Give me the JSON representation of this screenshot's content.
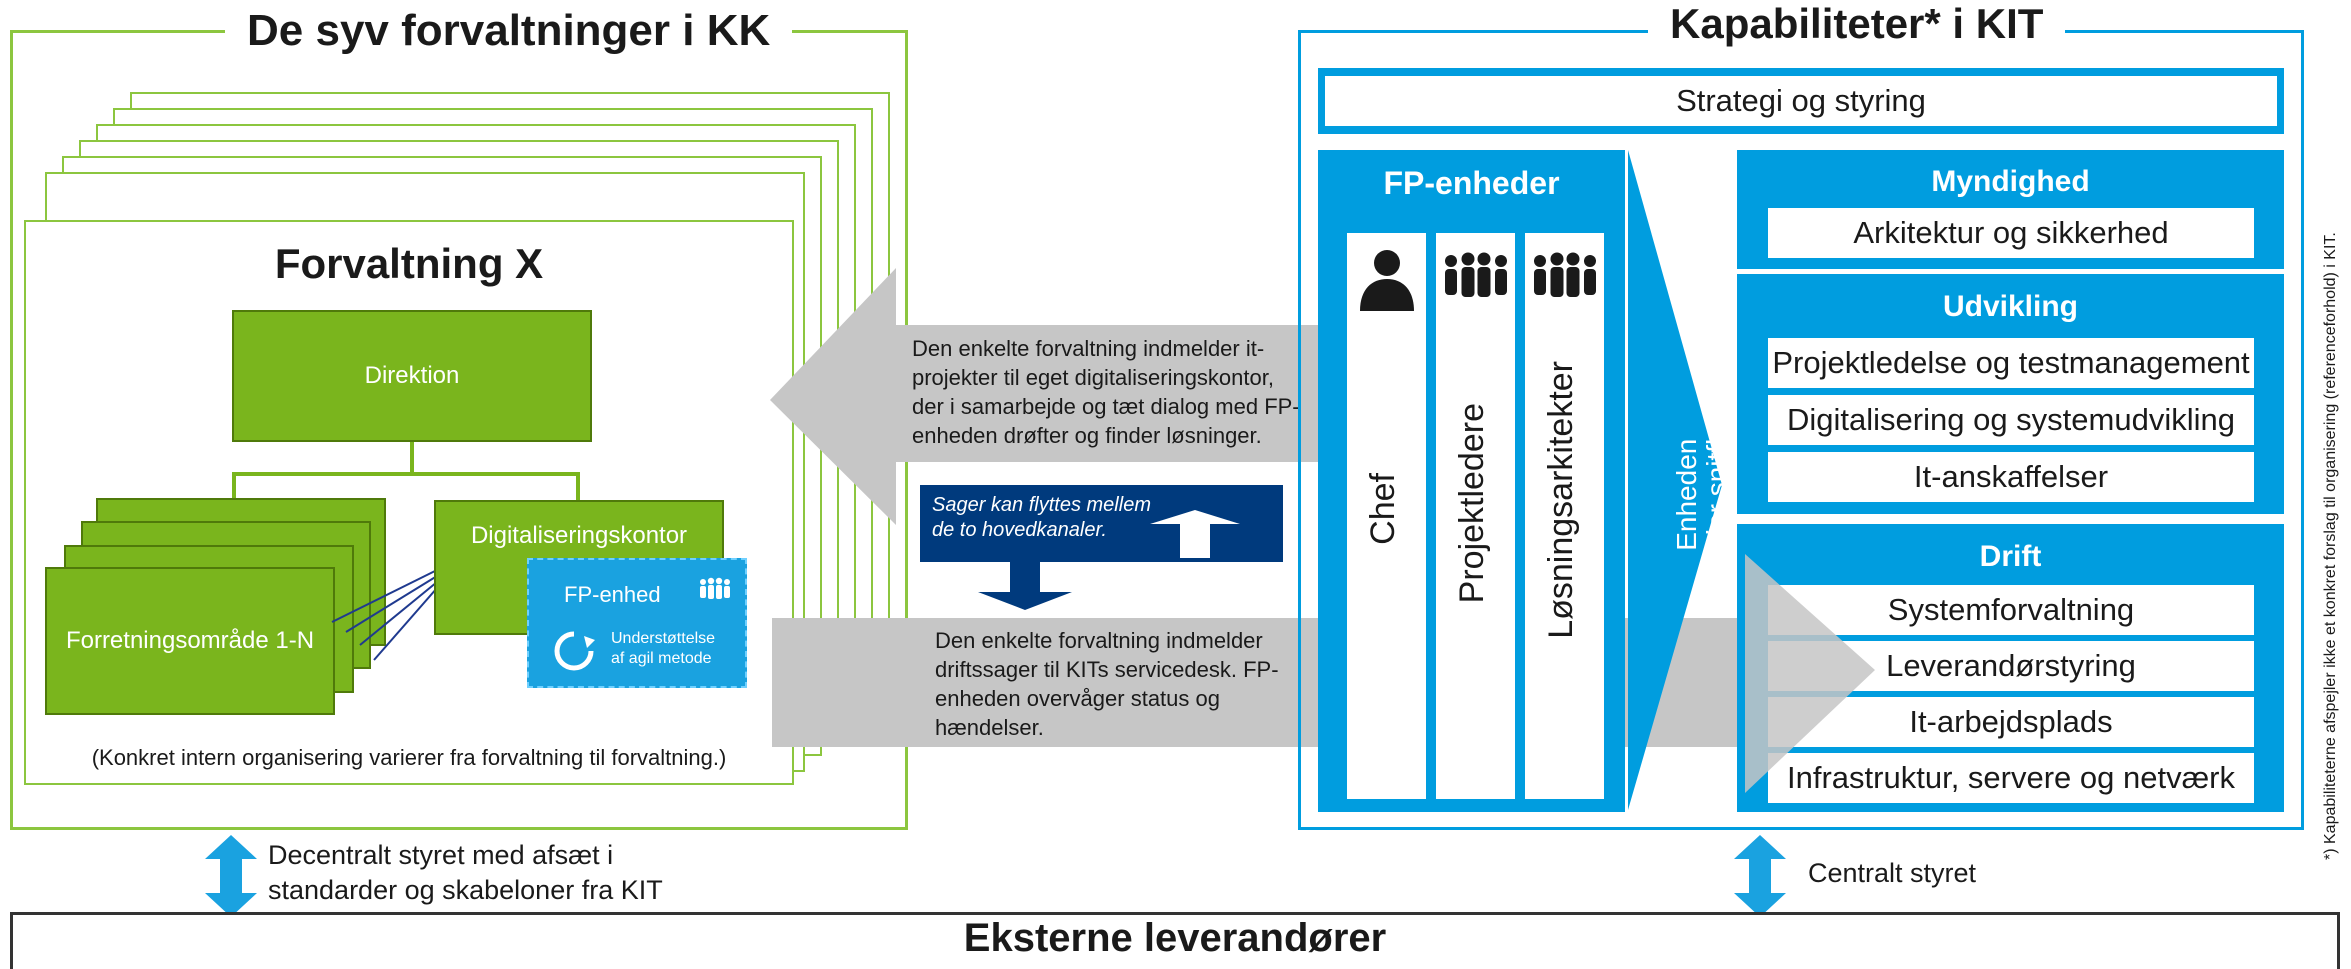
{
  "left": {
    "title": "De syv forvaltninger i KK",
    "card_title": "Forvaltning X",
    "direktion": "Direktion",
    "digitaliseringskontor": "Digitaliseringskontor",
    "forretningsomraade": "Forretningsområde 1-N",
    "fp_enhed": "FP-enhed",
    "support_text_1": "Understøttelse",
    "support_text_2": "af agil metode",
    "footnote": "(Konkret intern organisering varierer fra forvaltning til forvaltning.)"
  },
  "middle": {
    "top_arrow_lines": [
      "Den enkelte forvaltning indmelder it-",
      "projekter til eget digitaliseringskontor,",
      "der i samarbejde og tæt dialog med FP-",
      "enheden drøfter og finder løsninger."
    ],
    "move_box_lines": [
      "Sager kan flyttes mellem",
      "de to hovedkanaler."
    ],
    "bottom_arrow_lines": [
      "Den enkelte forvaltning indmelder",
      "driftssager til KITs servicedesk. FP-",
      "enheden overvåger status og",
      "hændelser."
    ]
  },
  "right": {
    "title": "Kapabiliteter* i KIT",
    "strategy": "Strategi og styring",
    "fp_title": "FP-enheder",
    "fp_columns": [
      "Chef",
      "Projektledere",
      "Løsningsarkitekter"
    ],
    "arrow_lines": [
      "Enheden",
      "ejer snitflade"
    ],
    "myndighed": {
      "title": "Myndighed",
      "items": [
        "Arkitektur og sikkerhed"
      ]
    },
    "udvikling": {
      "title": "Udvikling",
      "items": [
        "Projektledelse og testmanagement",
        "Digitalisering og systemudvikling",
        "It-anskaffelser"
      ]
    },
    "drift": {
      "title": "Drift",
      "items": [
        "Systemforvaltning",
        "Leverandørstyring",
        "It-arbejdsplads",
        "Infrastruktur, servere og netværk"
      ]
    },
    "side_note": "*) Kapabiliteterne afspejler ikke et konkret forslag til organisering (referenceforhold) i KIT."
  },
  "bottom": {
    "left_label_lines": [
      "Decentralt styret med afsæt i",
      "standarder og skabeloner fra KIT"
    ],
    "right_label": "Centralt styret",
    "external": "Eksterne leverandører"
  },
  "colors": {
    "green": "#7ab51d",
    "blue": "#009ddf",
    "navy": "#003a7d",
    "gray_arrow": "#c6c6c6"
  },
  "icons": [
    "person-icon",
    "group-icon",
    "cycle-icon",
    "double-arrow-icon"
  ]
}
